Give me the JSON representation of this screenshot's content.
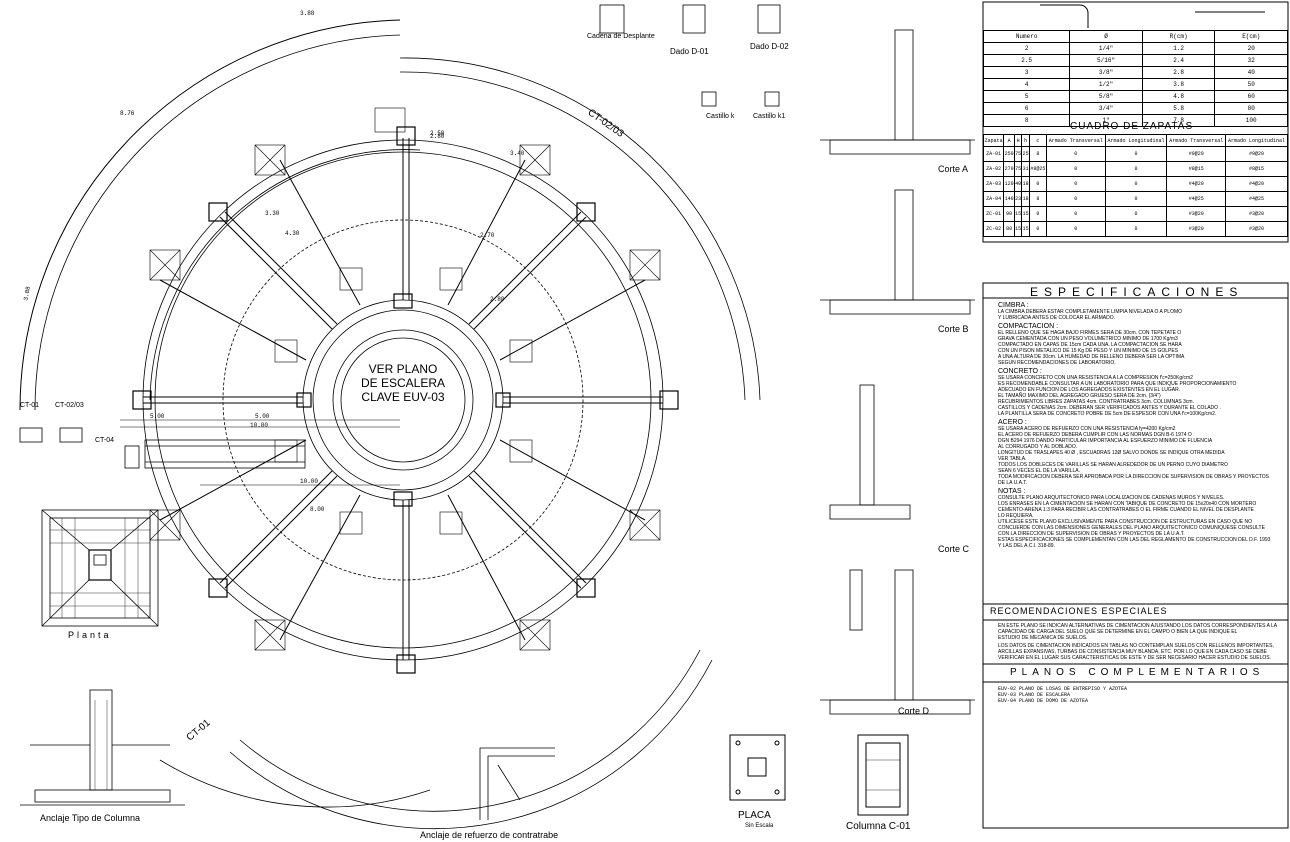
{
  "plan": {
    "center_label": [
      "VER PLANO",
      "DE ESCALERA",
      "CLAVE EUV-03"
    ],
    "ct_labels": [
      "CT-02/03",
      "CT-01",
      "CT-01",
      "CT-02/03",
      "CT-04"
    ],
    "dims": [
      "3.88",
      "3.88",
      "8.76",
      "2.50",
      "5.00",
      "10.00",
      "10.00",
      "5.00",
      "8.00",
      "2.80",
      "2.70",
      "3.40",
      "2.80",
      "4.30",
      "3.30"
    ]
  },
  "details": {
    "cadena": "Cadena de Desplante",
    "dado1": "Dado D-01",
    "dado2": "Dado D-02",
    "castillo_k": "Castillo k",
    "castillo_k1": "Castillo k1",
    "planta": "Planta",
    "anclaje_columna": "Anclaje Tipo de Columna",
    "anclaje_contratrabe": "Anclaje de refuerzo de contratrabe",
    "placa": "PLACA",
    "placa_sub": "Sin Escala",
    "columna": "Columna C-01",
    "corte_a": "Corte A",
    "corte_b": "Corte B",
    "corte_c": "Corte C",
    "corte_d": "Corte D"
  },
  "rebar_table": {
    "headers": [
      "Numero",
      "Ø",
      "R(cm)",
      "E(cm)"
    ],
    "rows": [
      [
        "2",
        "1/4\"",
        "1.2",
        "20"
      ],
      [
        "2.5",
        "5/16\"",
        "2.4",
        "32"
      ],
      [
        "3",
        "3/8\"",
        "2.8",
        "40"
      ],
      [
        "4",
        "1/2\"",
        "3.8",
        "50"
      ],
      [
        "5",
        "5/8\"",
        "4.8",
        "60"
      ],
      [
        "6",
        "3/4\"",
        "5.8",
        "80"
      ],
      [
        "8",
        "1\"",
        "7.8",
        "100"
      ]
    ]
  },
  "zapatas": {
    "title": "CUADRO DE ZAPATAS",
    "headers": [
      "Zapata",
      "A",
      "H",
      "h",
      "c",
      "Armado Transversal",
      "Armado Longitudinal",
      "Armado Transversal",
      "Armado Longitudinal"
    ],
    "rows": [
      [
        "ZA-01",
        "250",
        "75",
        "25",
        "8",
        "0",
        "0",
        "#9@20",
        "#9@20"
      ],
      [
        "ZA-02",
        "270",
        "75",
        "31",
        "#8@25",
        "0",
        "0",
        "#8@15",
        "#8@15"
      ],
      [
        "ZA-03",
        "120",
        "40",
        "18",
        "0",
        "0",
        "0",
        "#4@20",
        "#4@20"
      ],
      [
        "ZA-04",
        "140",
        "23",
        "18",
        "8",
        "0",
        "0",
        "#4@25",
        "#4@25"
      ],
      [
        "ZC-01",
        "90",
        "15",
        "15",
        "0",
        "0",
        "0",
        "#3@20",
        "#3@20"
      ],
      [
        "ZC-02",
        "80",
        "15",
        "15",
        "0",
        "0",
        "0",
        "#3@20",
        "#3@20"
      ]
    ]
  },
  "specs": {
    "title": "ESPECIFICACIONES",
    "sections": [
      {
        "heading": "CIMBRA :",
        "lines": [
          "LA CIMBRA DEBERA ESTAR COMPLETAMENTE LIMPIA NIVELADA O A PLOMO",
          "Y LUBRICADA ANTES DE COLOCAR EL ARMADO."
        ]
      },
      {
        "heading": "COMPACTACION :",
        "lines": [
          "EL RELLENO QUE SE HAGA BAJO FIRMES SERA DE 30cm. CON TEPETATE O",
          "GRAVA CEMENTADA CON UN PESO VOLUMETRICO MINIMO DE 1700 Kg/m3",
          "COMPACTADO EN CAPAS DE 15cm CADA UNA. LA COMPACTACION SE HARA",
          "CON UN PISON METALICO DE 15 Kg DE PESO Y UN MINIMO DE 15 GOLPES",
          "A UNA ALTURA DE 30cm. LA HUMEDAD DE RELLENO DEBERA SER LA OPTIMA",
          "SEGUN RECOMENDACIONES DE LABORATORIO."
        ]
      },
      {
        "heading": "CONCRETO :",
        "lines": [
          "SE USARA CONCRETO CON UNA RESISTENCIA A LA COMPRESION f'c=250Kg/cm2",
          "ES RECOMENDABLE CONSULTAR A UN LABORATORIO PARA QUE INDIQUE PROPORCIONAMIENTO",
          "ADECUADO EN FUNCION DE LOS AGREGADOS EXISTENTES EN EL LUGAR.",
          "EL TAMAÑO MAXIMO DEL AGREGADO GRUESO SERA DE 2cm. (3/4\")",
          "RECUBRIMIENTOS LIBRES ZAPATAS 4cm. CONTRATRABES 3cm. COLUMNAS 3cm.",
          "CASTILLOS Y CADENAS 2cm. DEBERAN SER VERIFICADOS ANTES Y DURANTE EL COLADO .",
          "LA PLANTILLA SERA DE CONCRETO POBRE DE 5cm DE ESPESOR CON UNA f'c=100Kg/cm2."
        ]
      },
      {
        "heading": "ACERO :",
        "lines": [
          "SE USARA ACERO DE REFUERZO CON UNA RESISTENCIA fy=4200 Kg/cm2",
          "EL ACERO DE REFUERZO DEBERA CUMPLIR CON LAS NORMAS DGN B-6 1974 O",
          "DGN B294 1976 DANDO PARTICULAR IMPORTANCIA AL ESFUERZO MINIMO DE FLUENCIA",
          "AL CORRUGADO Y AL DOBLADO.",
          "LONGITUD DE TRASLAPES 40 Ø , ESCUADRAS 12Ø SALVO DONDE SE INDIQUE OTRA MEDIDA",
          "VER TABLA.",
          "TODOS LOS DOBLECES DE VARILLAS SE HARAN ALREDEDOR DE UN PERNO CUYO DIAMETRO",
          "SEAN 6 VECES EL DE LA VARILLA.",
          "TODA MODIFICACION DEBERA SER APROBADA POR LA DIRECCION DE SUPERVISION DE OBRAS Y PROYECTOS",
          "DE LA U.A.T."
        ]
      },
      {
        "heading": "NOTAS :",
        "lines": [
          "CONSULTE PLANO ARQUITECTONICO PARA LOCALIZACION DE CADENAS MUROS Y NIVELES.",
          "LOS ENRASES EN LA CIMENTACION SE HARAN CON TABIQUE DE CONCRETO DE 15x20x40 CON MORTERO",
          "CEMENTO-ARENA  1:3 PARA RECIBIR LAS CONTRATRABES O EL FIRME CUANDO EL NIVEL DE DESPLANTE",
          "LO REQUIERA.",
          "UTILICESE ESTE PLANO EXCLUSIVAMENTE PARA CONSTRUCCION DE ESTRUCTURAS EN CASO QUE NO",
          "CONCUERDE CON LAS DIMENSIONES GENERALES DEL PLANO ARQUITECTONICO COMUNIQUESE CONSULTE",
          "CON LA DIRECCION DE SUPERVISION DE OBRAS Y PROYECTOS DE LA U.A.T.",
          "ESTAS ESPECIFICACIONES SE COMPLEMENTAN CON LAS DEL REGLAMENTO DE CONSTRUCCION DEL D.F. 1993",
          "Y LAS DEL A.C.I. 318-89."
        ]
      }
    ]
  },
  "recomendaciones": {
    "title": "RECOMENDACIONES ESPECIALES",
    "lines": [
      "EN ESTE PLANO SE INDICAN ALTERNATIVAS DE CIMENTACION AJUSTANDO LOS DATOS CORRESPONDIENTES A LA",
      "CAPACIDAD DE CARGA DEL SUELO QUE SE DETERMINE EN EL CAMPO O BIEN LA QUE INDIQUE EL",
      "ESTUDIO DE MECANICA DE SUELOS.",
      "LOS DATOS DE CIMENTACION INDICADOS EN TABLAS NO CONTEMPLAN SUELOS CON RELLENOS IMPORTANTES,",
      "ARCILLAS EXPANSIVAS, TURBAS DE CONSISTENCIA MUY BLANDA, ETC. POR LO QUE EN CADA CASO SE DEBE",
      "VERIFICAR EN EL LUGAR SUS CARACTERISTICAS DE ESTE Y DE SER NECESARIO HACER ESTUDIO DE SUELOS."
    ]
  },
  "complementarios": {
    "title": "PLANOS COMPLEMENTARIOS",
    "items": [
      "EUV-02      PLANO DE LOSAS DE ENTREPISO Y AZOTEA",
      "EUV-03      PLANO DE ESCALERA",
      "EUV-04      PLANO DE DOMO DE AZOTEA"
    ]
  }
}
